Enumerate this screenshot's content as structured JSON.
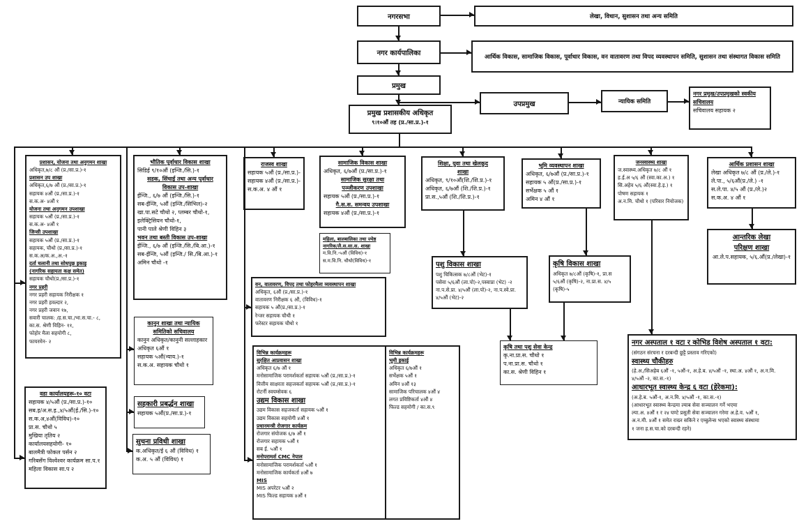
{
  "top": {
    "nagarsabha": "नगरसभा",
    "committee1": "लेखा, विधान, सुशासन तथा अन्य समिति",
    "karyapalika": "नगर कार्यपालिका",
    "committee2": "आर्थिक विकास, सामाजिक विकास, पूर्वाधार विकास, वन वातावरण तथा विपद व्यवस्थापन समिति, सुशासन तथा संस्थागत विकास समिति",
    "pramukh": "प्रमुख",
    "upapramukh": "उपप्रमुख",
    "judicial_committee": "न्यायिक समिति"
  },
  "colors": {
    "line": "#151515",
    "border": "#1a1a1a",
    "background": "#ffffff"
  },
  "boxes": {
    "cao": {
      "lines": [
        {
          "t": "प्रमुख प्रशासकीय अधिकृत",
          "b": 1,
          "c": 1,
          "lg": 1
        },
        {
          "t": "९।१०औं तह (प्र./सा.प्र.)-१",
          "b": 1,
          "c": 1
        }
      ]
    },
    "sachiwalaya": {
      "lines": [
        {
          "t": "नगर प्रमुख/उपप्रमुखको स्वकीय",
          "u": 1,
          "b": 1
        },
        {
          "t": "सचिवालय",
          "u": 1,
          "b": 1
        },
        {
          "t": "सचिवालय सहायक २"
        }
      ]
    },
    "prashasan": {
      "lines": [
        {
          "t": "प्रशासन, योजना तथा अनुगमन शाखा",
          "u": 1,
          "b": 1,
          "c": 1
        },
        {
          "t": "अधिकृत,७/८ औं (प्र./सा.प्र.)-१"
        },
        {
          "t": "प्रशासन उप शाखा",
          "u": 1,
          "b": 1
        },
        {
          "t": "अधिकृत,६/७ औं (प्र./सा.प्र.)-१"
        },
        {
          "t": "सहायक ४औं (प्र./सा.प्र.)-१"
        },
        {
          "t": "स.क.अ- ४औं १"
        },
        {
          "t": "योजना तथा अनुगमन उपशाखा",
          "u": 1,
          "b": 1
        },
        {
          "t": "सहायक ५औं (प्र./सा.प्र.)-१"
        },
        {
          "t": "स.क.अ- ४औं १"
        },
        {
          "t": "जिन्सी उपशाखा",
          "u": 1,
          "b": 1
        },
        {
          "t": "सहायक ५औं (प्र./सा.प्र.)-१"
        },
        {
          "t": "सहायक, चौथो (प्र./सा.प्र.)-१"
        },
        {
          "t": "स.क.अ/क.अ.,अ.-१"
        },
        {
          "t": "दर्ता चलानी तथा सोधपुछ इकाइ",
          "u": 1,
          "b": 1
        },
        {
          "t": "(नागरिक सहायता कक्ष समेत)",
          "u": 1,
          "b": 1
        },
        {
          "t": "सहायक चौथो(प्र./सा.प्र.)-१"
        },
        {
          "t": "नगर प्रहरी",
          "u": 1,
          "b": 1
        },
        {
          "t": "नगर प्रहरी सहायक निरीक्षक १"
        },
        {
          "t": "नगर प्रहरी हवल्दार २,"
        },
        {
          "t": "नगर प्रहरी जवान १७,"
        },
        {
          "t": "सवारी चालक: /ह.स.चा./भा.स.चा.- ८,"
        },
        {
          "t": "का.स. श्रेणी विहिन- ११,"
        },
        {
          "t": "फोहोर मैला सहयोगी ८,"
        },
        {
          "t": "फायरमेन- २"
        }
      ]
    },
    "wada": {
      "lines": [
        {
          "t": "वडा कार्यालयहरू-१० वटा",
          "u": 1,
          "b": 1,
          "c": 1
        },
        {
          "t": "सहायक ४/५औं (प्र./सा.प्र.)-१०"
        },
        {
          "t": "सब.इ/अ.स.इ.,४/५औं(ई./सि.)-१०"
        },
        {
          "t": "स.क.अ,४औं(विविध)-१०"
        },
        {
          "t": "प्रा.स. चौथो ५"
        },
        {
          "t": "मुखिया तृतिय २"
        },
        {
          "t": "कार्यालयसहयोगी- १०"
        },
        {
          "t": "बालमैत्री फोकल पर्सन २"
        },
        {
          "t": "गरिबसँग विश्वेश्वर कार्यक्रम सा.प.१"
        },
        {
          "t": "महिला विकास सा.प २"
        }
      ]
    },
    "bhautik": {
      "lines": [
        {
          "t": "भौतिक पूर्वाधार विकास शाखा",
          "u": 1,
          "b": 1,
          "c": 1
        },
        {
          "t": "सिडिई ९/१०औं (इन्जि./सि.)-१"
        },
        {
          "t": "सडक, सिंचाई तथा अन्य पूर्वाधार",
          "u": 1,
          "b": 1,
          "c": 1
        },
        {
          "t": "विकास उप-शाखा",
          "u": 1,
          "b": 1,
          "c": 1
        },
        {
          "t": "ईन्जि., ६/७ औं (इन्जि./सि.)-१"
        },
        {
          "t": "सब-ईन्जि, ५औं (इन्जि./सिभिल)-२"
        },
        {
          "t": "खा.पा.सटे चौथो २, प्लम्बर चौथो-१,"
        },
        {
          "t": "इलेक्ट्रिसियन चौथो-१,"
        },
        {
          "t": "पानी पाले श्रेणी विहिन ३"
        },
        {
          "t": "भवन तथा बस्ती विकास उप-शाखा",
          "u": 1,
          "b": 1
        },
        {
          "t": "ईन्जि., ६/७ औं (इन्जि./सि./बि.आ.)-१"
        },
        {
          "t": "सब-ईन्जि, ५औं (इन्जि./ सि./बि.आ.)-१"
        },
        {
          "t": "अमिन चौथो -१"
        }
      ]
    },
    "kanun": {
      "lines": [
        {
          "t": "कानुन शाखा तथा न्यायिक",
          "u": 1,
          "b": 1,
          "c": 1
        },
        {
          "t": "समितिको सचिवालय",
          "u": 1,
          "b": 1,
          "c": 1
        },
        {
          "t": "कानुन अधिकृत/कानुनी सल्लाहकार"
        },
        {
          "t": "अधिकृत ६औं १"
        },
        {
          "t": "सहायक ५औं(न्याय.)-१"
        },
        {
          "t": "स.क.अ. सहायक चौथो १"
        }
      ]
    },
    "sahakari": {
      "lines": [
        {
          "t": "सहकारी प्रबर्द्धन शाखा",
          "u": 1,
          "b": 1,
          "lg": 1
        },
        {
          "t": "सहायक ५औं(प्र./सा.प्र.)-१"
        }
      ]
    },
    "suchana": {
      "lines": [
        {
          "t": "सुचना प्रविधी शाखा",
          "u": 1,
          "b": 1,
          "lg": 1
        },
        {
          "t": "क.अधिकृत/ई ६ औं (विविध) १"
        },
        {
          "t": "क.अ. ५ औं (विविध) १"
        }
      ]
    },
    "rajasva": {
      "lines": [
        {
          "t": "राजस्व शाखा",
          "u": 1,
          "b": 1,
          "c": 1
        },
        {
          "t": "सहायक ५औं (प्र./सा.प्र.)-१"
        },
        {
          "t": "सहायक ४औं (प्र./सा.प्र.)-१"
        },
        {
          "t": "स.क.अ. ४ औं १"
        }
      ]
    },
    "samajik": {
      "lines": [
        {
          "t": "सामाजिक विकास शाखा",
          "u": 1,
          "b": 1,
          "c": 1
        },
        {
          "t": "अधिकृत, ६/७औं (प्र./सा.प्र.)-१"
        },
        {
          "t": "सामाजिक सुरक्षा तथा",
          "u": 1,
          "b": 1,
          "c": 1
        },
        {
          "t": "पञ्जीकरण उपशाखा",
          "u": 1,
          "b": 1,
          "c": 1
        },
        {
          "t": "सहायक ५औं (प्र./सा.प्र.)-१"
        },
        {
          "t": "गै.स.स. समन्वय उपशाखा",
          "u": 1,
          "b": 1,
          "c": 1
        },
        {
          "t": "सहायक ४औं (प्र./सा.प्र.)-१"
        }
      ]
    },
    "mahila": {
      "lines": [
        {
          "t": "महिला, बालबालिका तथा ज्येष्ठ",
          "u": 1,
          "b": 1,
          "sm": 1
        },
        {
          "t": "नागरिक/लै.स.सा.स. शाखा",
          "u": 1,
          "b": 1,
          "sm": 1
        },
        {
          "t": "म.वि.नि.-५औं (विविध)-१",
          "sm": 1
        },
        {
          "t": "स.म.वि.नि. चौथो(विविध)-१",
          "sm": 1
        }
      ]
    },
    "ban": {
      "lines": [
        {
          "t": "वन, वातावरण, विपद् तथा फोहरमैला व्यवस्थापन शाखा",
          "u": 1,
          "b": 1
        },
        {
          "t": "अधिकृत, ६औं (प्र./सा.प्र.)-१"
        },
        {
          "t": "वातावरण निरीक्षक ६ औं, (विविध)-१"
        },
        {
          "t": "सहायक ५ औं(प्र./सा.प्र.)-१"
        },
        {
          "t": "रेन्जर सहायक चौथी १"
        },
        {
          "t": "फरेस्टर सहायक चौथो १"
        }
      ]
    },
    "karyakram_left": {
      "lines": [
        {
          "t": "विभिन्न कार्यक्रमहरू",
          "u": 1,
          "b": 1
        },
        {
          "t": "सुरक्षित आप्रवासन शाखा",
          "u": 1,
          "b": 1
        },
        {
          "t": "अधिकृत ६/७ औं १"
        },
        {
          "t": "मनोसामाजिक परामर्शकर्ता सहायक ५औं (प्र./सा.प्र.)-१"
        },
        {
          "t": "वित्तीय साक्षरता सहजकर्ता सहायक ५औं (प्र./सा.प्र.)-१"
        },
        {
          "t": "रोटर्नी स्वयम्सेवक ६"
        },
        {
          "t": "उद्यम विकास शाखा",
          "u": 1,
          "b": 1,
          "lg": 1
        },
        {
          "t": "उद्यम विकास सहजकर्ता सहायक ५औं १"
        },
        {
          "t": "उद्यम विकास सहयोगी ४औं १"
        },
        {
          "t": "प्रधानमन्त्री रोजगार कार्यक्रम",
          "u": 1,
          "b": 1
        },
        {
          "t": "रोजगार संयोजक ६/७ औं १"
        },
        {
          "t": "रोजगार सहायक ५औं १"
        },
        {
          "t": "सब ई. ५औं १"
        },
        {
          "t": "मनोपरामर्श CMC नेपाल",
          "u": 1,
          "b": 1
        },
        {
          "t": "मनोसामाजिक परामर्शकर्ता ५औं १"
        },
        {
          "t": "मनोसामाजिक कार्यकर्ता ४औं ७"
        },
        {
          "t": "MIS",
          "u": 1,
          "b": 1
        },
        {
          "t": "MIS अपरेटर ५औं २"
        },
        {
          "t": "MIS फिल्ड सहायक ४औं १"
        }
      ]
    },
    "karyakram_right": {
      "lines": [
        {
          "t": "विभिन्न कार्यक्रमहरू",
          "u": 1,
          "b": 1
        },
        {
          "t": "भूमी इकाई",
          "u": 1,
          "b": 1
        },
        {
          "t": "अधिकृत ६/७औं १"
        },
        {
          "t": "सर्भेक्षक ५औं १"
        },
        {
          "t": "अमिन ४औं १३"
        },
        {
          "t": "सामाजिक परिचालक ४औं ४"
        },
        {
          "t": "लगत प्रविष्टिकर्ता ४औं ४"
        },
        {
          "t": "फिल्ड सहयोगी / का.स.९"
        }
      ]
    },
    "shiksha": {
      "lines": [
        {
          "t": "शिक्षा, युवा तथा खेलकुद",
          "u": 1,
          "b": 1,
          "c": 1
        },
        {
          "t": "शाखा",
          "u": 1,
          "b": 1,
          "c": 1
        },
        {
          "t": "अधिकृत, ९/१०औं(शि./शि.प्र.)-१"
        },
        {
          "t": "अधिकृत, ६/७औं (शि./शि.प्र.)-१"
        },
        {
          "t": "प्रा.स.,५औं (शि./शि.प्र.)-१"
        }
      ]
    },
    "bhumi": {
      "lines": [
        {
          "t": "भूमि व्यवस्थापन शाखा",
          "u": 1,
          "b": 1,
          "c": 1
        },
        {
          "t": "अधिकृत, ६/७औं (प्र./सा.प्र.)-१"
        },
        {
          "t": "सहायक ५ औं(प्र./सा.प्र.)-१"
        },
        {
          "t": "सर्भेक्षक ५ औं १"
        },
        {
          "t": "अमिन ४ औं १"
        }
      ]
    },
    "janaswasthya": {
      "lines": [
        {
          "t": "जनस्वास्थ्य शाखा",
          "u": 1,
          "b": 1,
          "c": 1
        },
        {
          "t": "ज.स्वास्थ्य.अधिकृत ७/८ औं १"
        },
        {
          "t": "ह.ई.अ ५/६ औं (स्वा.का.अ.) १"
        },
        {
          "t": "सि.अहेव ५/६ औं(स्वा.हे.इ.) १"
        },
        {
          "t": "पोषण सहायक १"
        },
        {
          "t": "अ.न.मि. चौथो १ (परिवार नियोजक)"
        }
      ]
    },
    "arthik": {
      "lines": [
        {
          "t": "आर्थिक प्रशासन शाखा",
          "u": 1,
          "b": 1,
          "c": 1
        },
        {
          "t": "लेखा अधिकृत ७/८ औं (प्र./ले.)-१"
        },
        {
          "t": "ले.पा., ५/६औं(प्र./ले.) -१"
        },
        {
          "t": "स.ले.पा. ४/५ औं (प्र./ले.)२"
        },
        {
          "t": "स.क.अ. ४ औं १"
        }
      ]
    },
    "antarik": {
      "lines": [
        {
          "t": "आन्तरिक लेखा",
          "u": 1,
          "b": 1,
          "c": 1,
          "lg": 1
        },
        {
          "t": "परिक्षण शाखा",
          "u": 1,
          "b": 1,
          "c": 1,
          "lg": 1
        },
        {
          "t": "आ.ले.प.सहायक, ५/६.औं(प्र./लेखा)-१",
          "c": 1
        }
      ]
    },
    "pashu": {
      "lines": [
        {
          "t": "पशु विकास शाखा",
          "u": 1,
          "b": 1,
          "lg": 1
        },
        {
          "t": "पशु चिकित्सक ७/८औं (भेट)-१"
        },
        {
          "t": "पसेवा ५/६औं (ला.पो)-२,पस्वाप्रा (भेट) -२"
        },
        {
          "t": "ना.प.से.प्रा. ४/५औं (ला.पो)-२, ना.प.स्वे.प्रा."
        },
        {
          "t": "४/५औं (भेट)-२"
        }
      ]
    },
    "krishi": {
      "lines": [
        {
          "t": "कृषि विकास शाखा",
          "u": 1,
          "b": 1,
          "lg": 1
        },
        {
          "t": "अधिकृत ७/८औं (कृषि)-१,  प्रा.स"
        },
        {
          "t": "५/६औं (कृषि)-२, ना.प्रा.स. ४/५"
        },
        {
          "t": "(कृषि)-५"
        }
      ]
    },
    "sewa_kendra": {
      "lines": [
        {
          "t": "कृषि तथा पशु सेवा केन्द्र",
          "u": 1,
          "b": 1
        },
        {
          "t": "कृ.ना.प्रा.स. चौथो १"
        },
        {
          "t": "प.ना.प्रा.स. चौथो १"
        },
        {
          "t": "का.स. श्रेणी विहिन १"
        }
      ]
    },
    "aspatal": {
      "lines": [
        {
          "t": "नगर अस्पताल १ वटा र कोभिड विशेष अस्पताल १ वटा:",
          "u": 1,
          "b": 1,
          "lg": 1
        },
        {
          "t": "(संगठन संरचना र दरबन्दी छुट्टै प्रस्ताव गरिएको)"
        },
        {
          "t": "स्वास्थ्य चौकीहरु",
          "u": 1,
          "b": 1,
          "lg": 1
        },
        {
          "t": "(हे.अ./सिअहेब ६औं -१, ५औं-१, अ.हे.ब. ४/५औं -१, स्था.अ. ४औं १, अ.न.मि."
        },
        {
          "t": "४/५औं -२, का.स.-१)"
        },
        {
          "t": "आधारभूत स्वास्थ्य केन्द्र ६ वटा (हेरेकमा):",
          "u": 1,
          "b": 1,
          "lg": 1
        },
        {
          "t": "(अ.हे.ब. ५औं-१, अ.न.मि. ४/५औं -१, का.स.-१)"
        },
        {
          "t": "(आधारभूत स्वास्थ्य केन्द्रमा ल्याब सेवा सञ्चालन गर्ने भएमा"
        },
        {
          "t": "ल्या.अ. ४औं १ र २४ घण्टे प्रसुती सेवा सञ्चालन गरेमा अ.हे.व. ५औं १,"
        },
        {
          "t": "अ.न.मी. ४औं १ समेत राख्न सकिने र एम्बुलेन्स भएको स्वास्थ्य संस्थामा"
        },
        {
          "t": "१ जना ह.स.चा.को दरबन्दी रहने)"
        }
      ]
    }
  }
}
